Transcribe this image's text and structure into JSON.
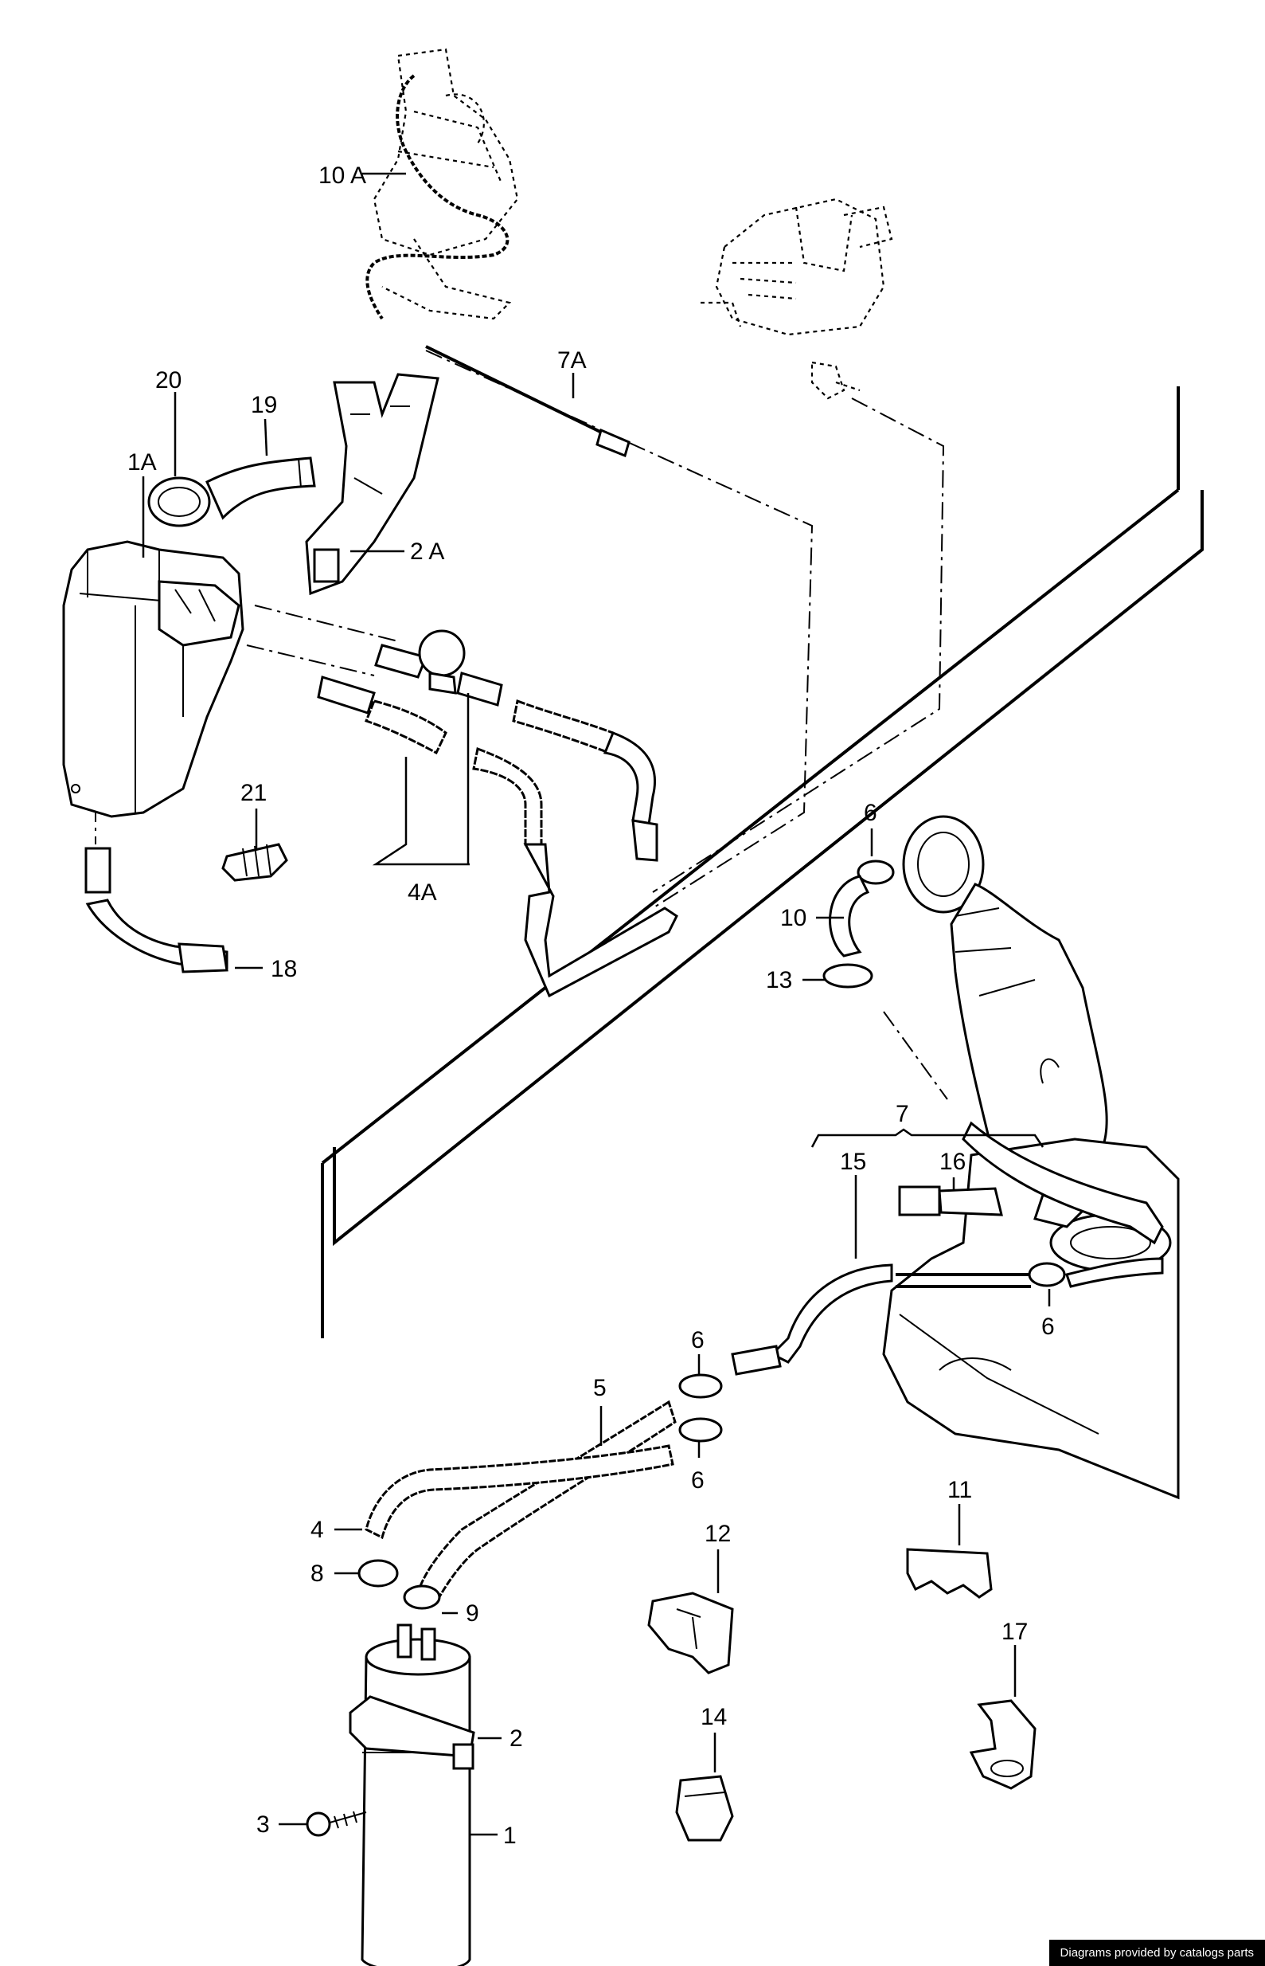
{
  "credit": "Diagrams provided by catalogs parts",
  "labels": [
    {
      "id": "10A",
      "text": "10 A"
    },
    {
      "id": "7A",
      "text": "7A"
    },
    {
      "id": "20",
      "text": "20"
    },
    {
      "id": "19",
      "text": "19"
    },
    {
      "id": "1A",
      "text": "1A"
    },
    {
      "id": "2A",
      "text": "2 A"
    },
    {
      "id": "21",
      "text": "21"
    },
    {
      "id": "4A",
      "text": "4A"
    },
    {
      "id": "18",
      "text": "18"
    },
    {
      "id": "6a",
      "text": "6"
    },
    {
      "id": "10",
      "text": "10"
    },
    {
      "id": "13",
      "text": "13"
    },
    {
      "id": "7",
      "text": "7"
    },
    {
      "id": "15",
      "text": "15"
    },
    {
      "id": "16",
      "text": "16"
    },
    {
      "id": "6b",
      "text": "6"
    },
    {
      "id": "6c",
      "text": "6"
    },
    {
      "id": "5",
      "text": "5"
    },
    {
      "id": "6d",
      "text": "6"
    },
    {
      "id": "4",
      "text": "4"
    },
    {
      "id": "8",
      "text": "8"
    },
    {
      "id": "9",
      "text": "9"
    },
    {
      "id": "12",
      "text": "12"
    },
    {
      "id": "11",
      "text": "11"
    },
    {
      "id": "17",
      "text": "17"
    },
    {
      "id": "2",
      "text": "2"
    },
    {
      "id": "14",
      "text": "14"
    },
    {
      "id": "3",
      "text": "3"
    },
    {
      "id": "1",
      "text": "1"
    }
  ]
}
